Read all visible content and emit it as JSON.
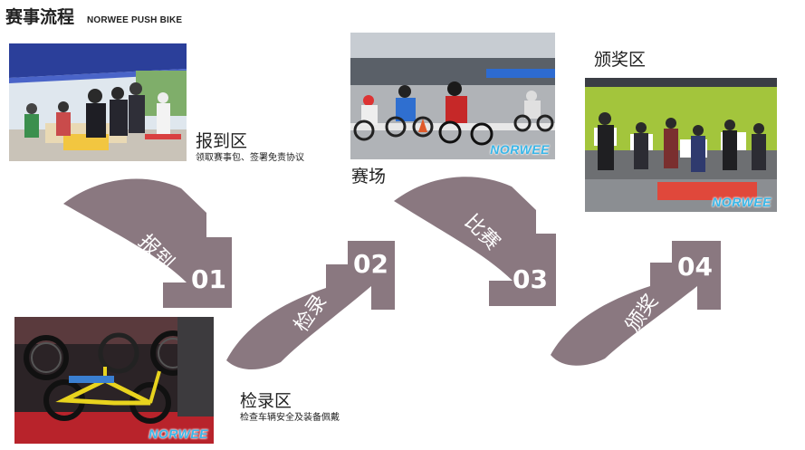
{
  "header": {
    "title": "赛事流程",
    "brand": "NORWEE PUSH BIKE"
  },
  "colors": {
    "arrow": "#8a7880",
    "accent": "#39b6e8",
    "text": "#222222"
  },
  "steps": [
    {
      "label": "报到",
      "number": "01"
    },
    {
      "label": "检录",
      "number": "02"
    },
    {
      "label": "比赛",
      "number": "03"
    },
    {
      "label": "颁奖",
      "number": "04"
    }
  ],
  "areas": [
    {
      "title": "报到区",
      "sub": "领取赛事包、签署免责协议"
    },
    {
      "title": "赛场"
    },
    {
      "title": "颁奖区"
    },
    {
      "title": "检录区",
      "sub": "检查车辆安全及装备佩戴"
    }
  ],
  "watermark": "NORWEE"
}
